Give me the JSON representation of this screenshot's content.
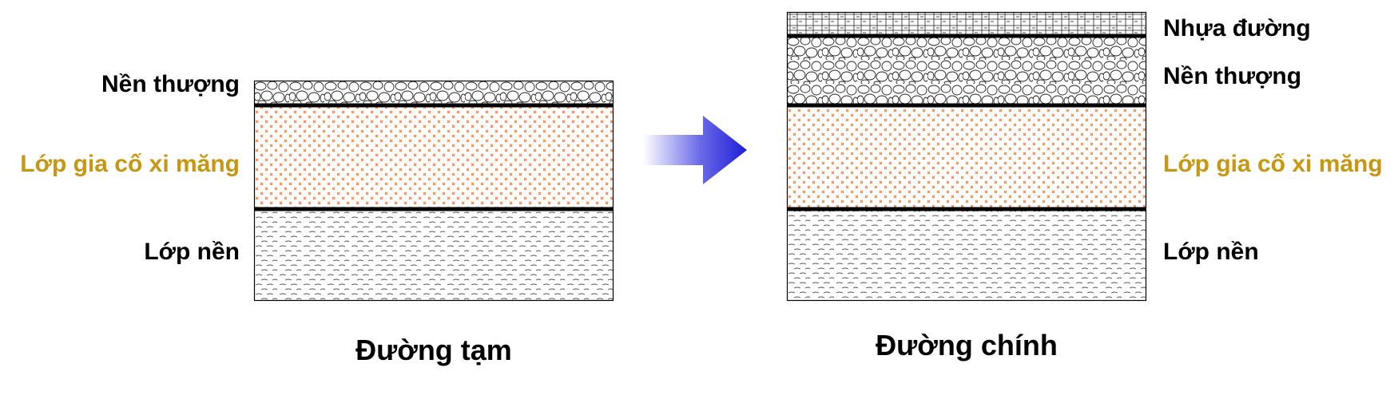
{
  "left_section": {
    "labels": {
      "upper_base": "Nền thượng",
      "cement_layer": "Lớp gia cố xi măng",
      "subgrade": "Lớp nền"
    },
    "caption": "Đường tạm"
  },
  "right_section": {
    "labels": {
      "asphalt": "Nhựa đường",
      "upper_base": "Nền thượng",
      "cement_layer": "Lớp gia cố xi măng",
      "subgrade": "Lớp nền"
    },
    "caption": "Đường chính"
  },
  "colors": {
    "cement_label": "#c8960f",
    "cement_pattern": "#f26a1b",
    "arrow": "#1e1ed8",
    "outline": "#000000"
  }
}
